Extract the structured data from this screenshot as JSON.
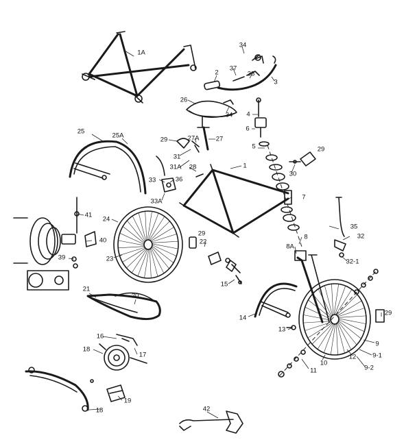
{
  "labels": {
    "l_1A": "1A",
    "l_34a": "34",
    "l_2": "2",
    "l_37": "37",
    "l_38": "38",
    "l_3": "3",
    "l_26": "26",
    "l_34b": "34",
    "l_4": "4",
    "l_6": "6",
    "l_25": "25",
    "l_25A": "25A",
    "l_29a": "29",
    "l_27A": "27A",
    "l_27": "27",
    "l_5": "5",
    "l_29b": "29",
    "l_31": "31",
    "l_31A": "31A",
    "l_28": "28",
    "l_1": "1",
    "l_33": "33",
    "l_36": "36",
    "l_30": "30",
    "l_33A": "33A",
    "l_7": "7",
    "l_41": "41",
    "l_24": "24",
    "l_29c": "29",
    "l_35": "35",
    "l_40": "40",
    "l_22": "22",
    "l_8": "8",
    "l_32": "32",
    "l_8A": "8A",
    "l_23": "23",
    "l_39": "39",
    "l_32-1": "32-1",
    "l_15": "15",
    "l_21": "21",
    "l_20": "20",
    "l_14": "14",
    "l_29d": "29",
    "l_13": "13",
    "l_16": "16",
    "l_9": "9",
    "l_18b": "18",
    "l_17": "17",
    "l_9-1": "9-1",
    "l_10": "10",
    "l_12": "12",
    "l_9-2": "9-2",
    "l_11": "11",
    "l_19": "19",
    "l_18": "18",
    "l_42": "42"
  }
}
